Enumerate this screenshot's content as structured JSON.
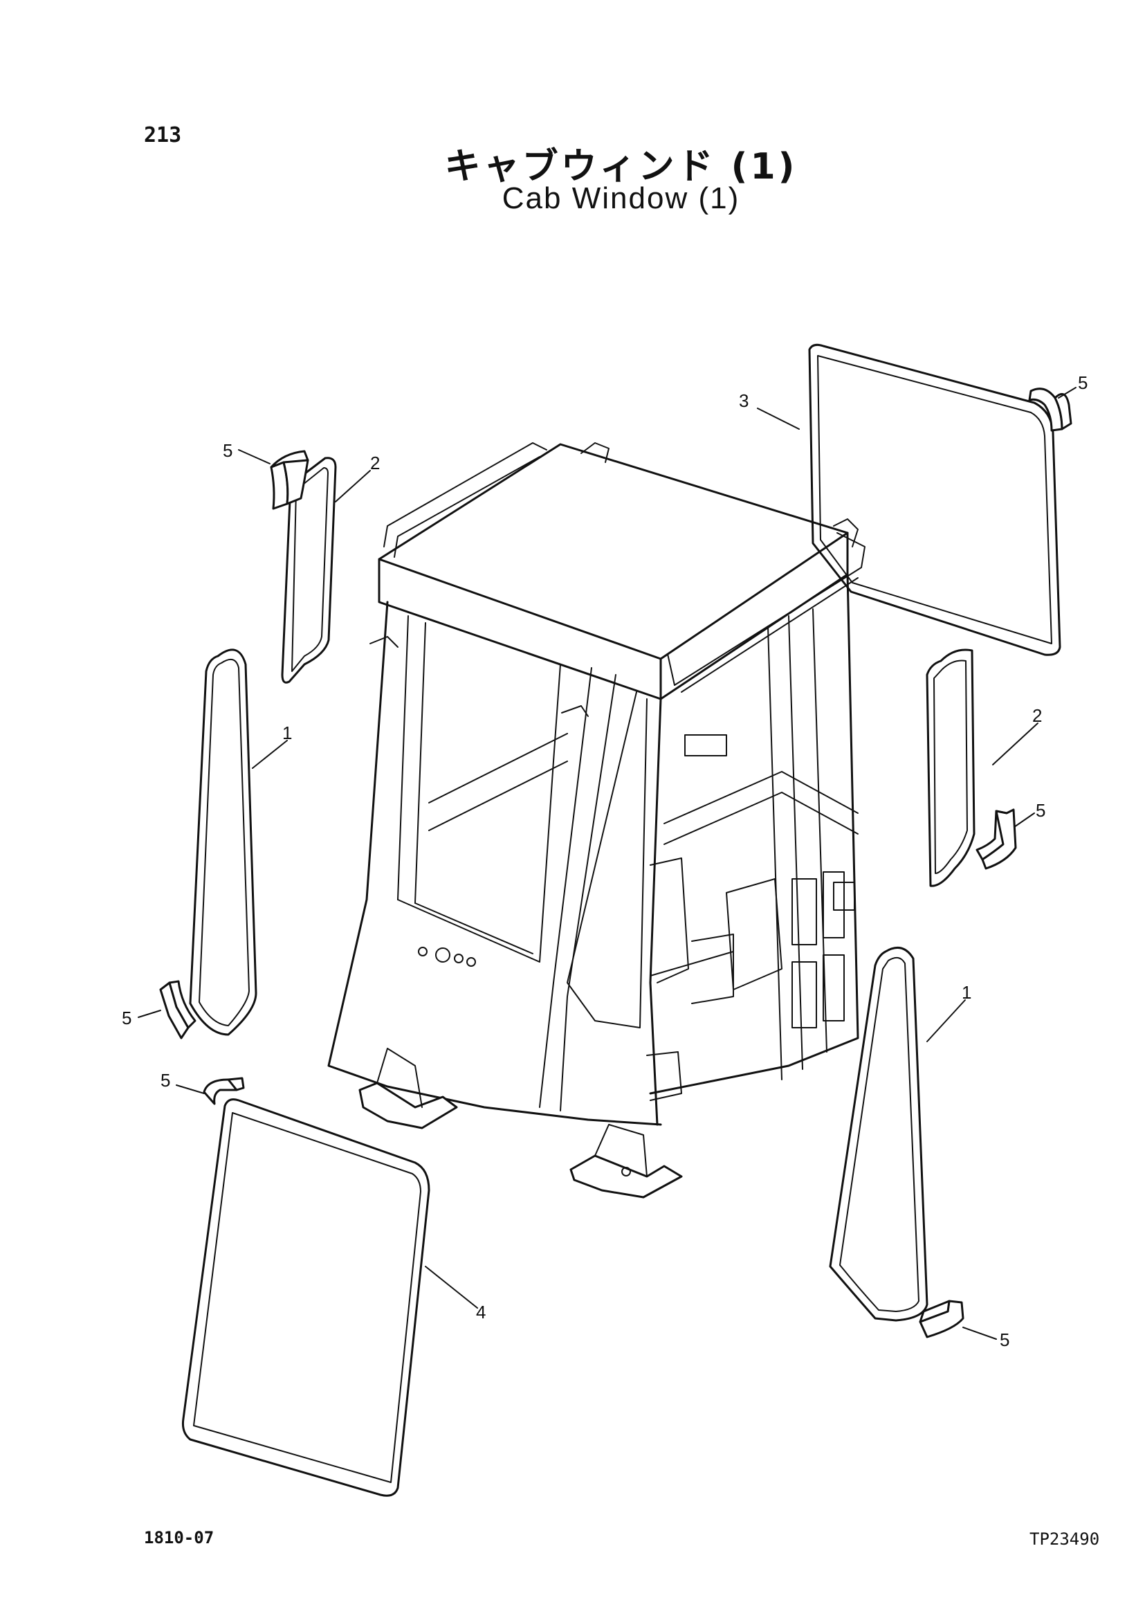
{
  "header": {
    "page_number": "213",
    "title_jp": "キャブウィンド (1)",
    "title_en": "Cab Window (1)"
  },
  "callouts": {
    "c1_left": "1",
    "c1_right": "1",
    "c2_left": "2",
    "c2_right": "2",
    "c3": "3",
    "c4": "4",
    "c5_top_left": "5",
    "c5_top_right": "5",
    "c5_mid_right": "5",
    "c5_left_low": "5",
    "c5_left_bottom": "5",
    "c5_bottom_right": "5"
  },
  "footer": {
    "doc_code": "1810-07",
    "ref_code": "TP23490"
  }
}
